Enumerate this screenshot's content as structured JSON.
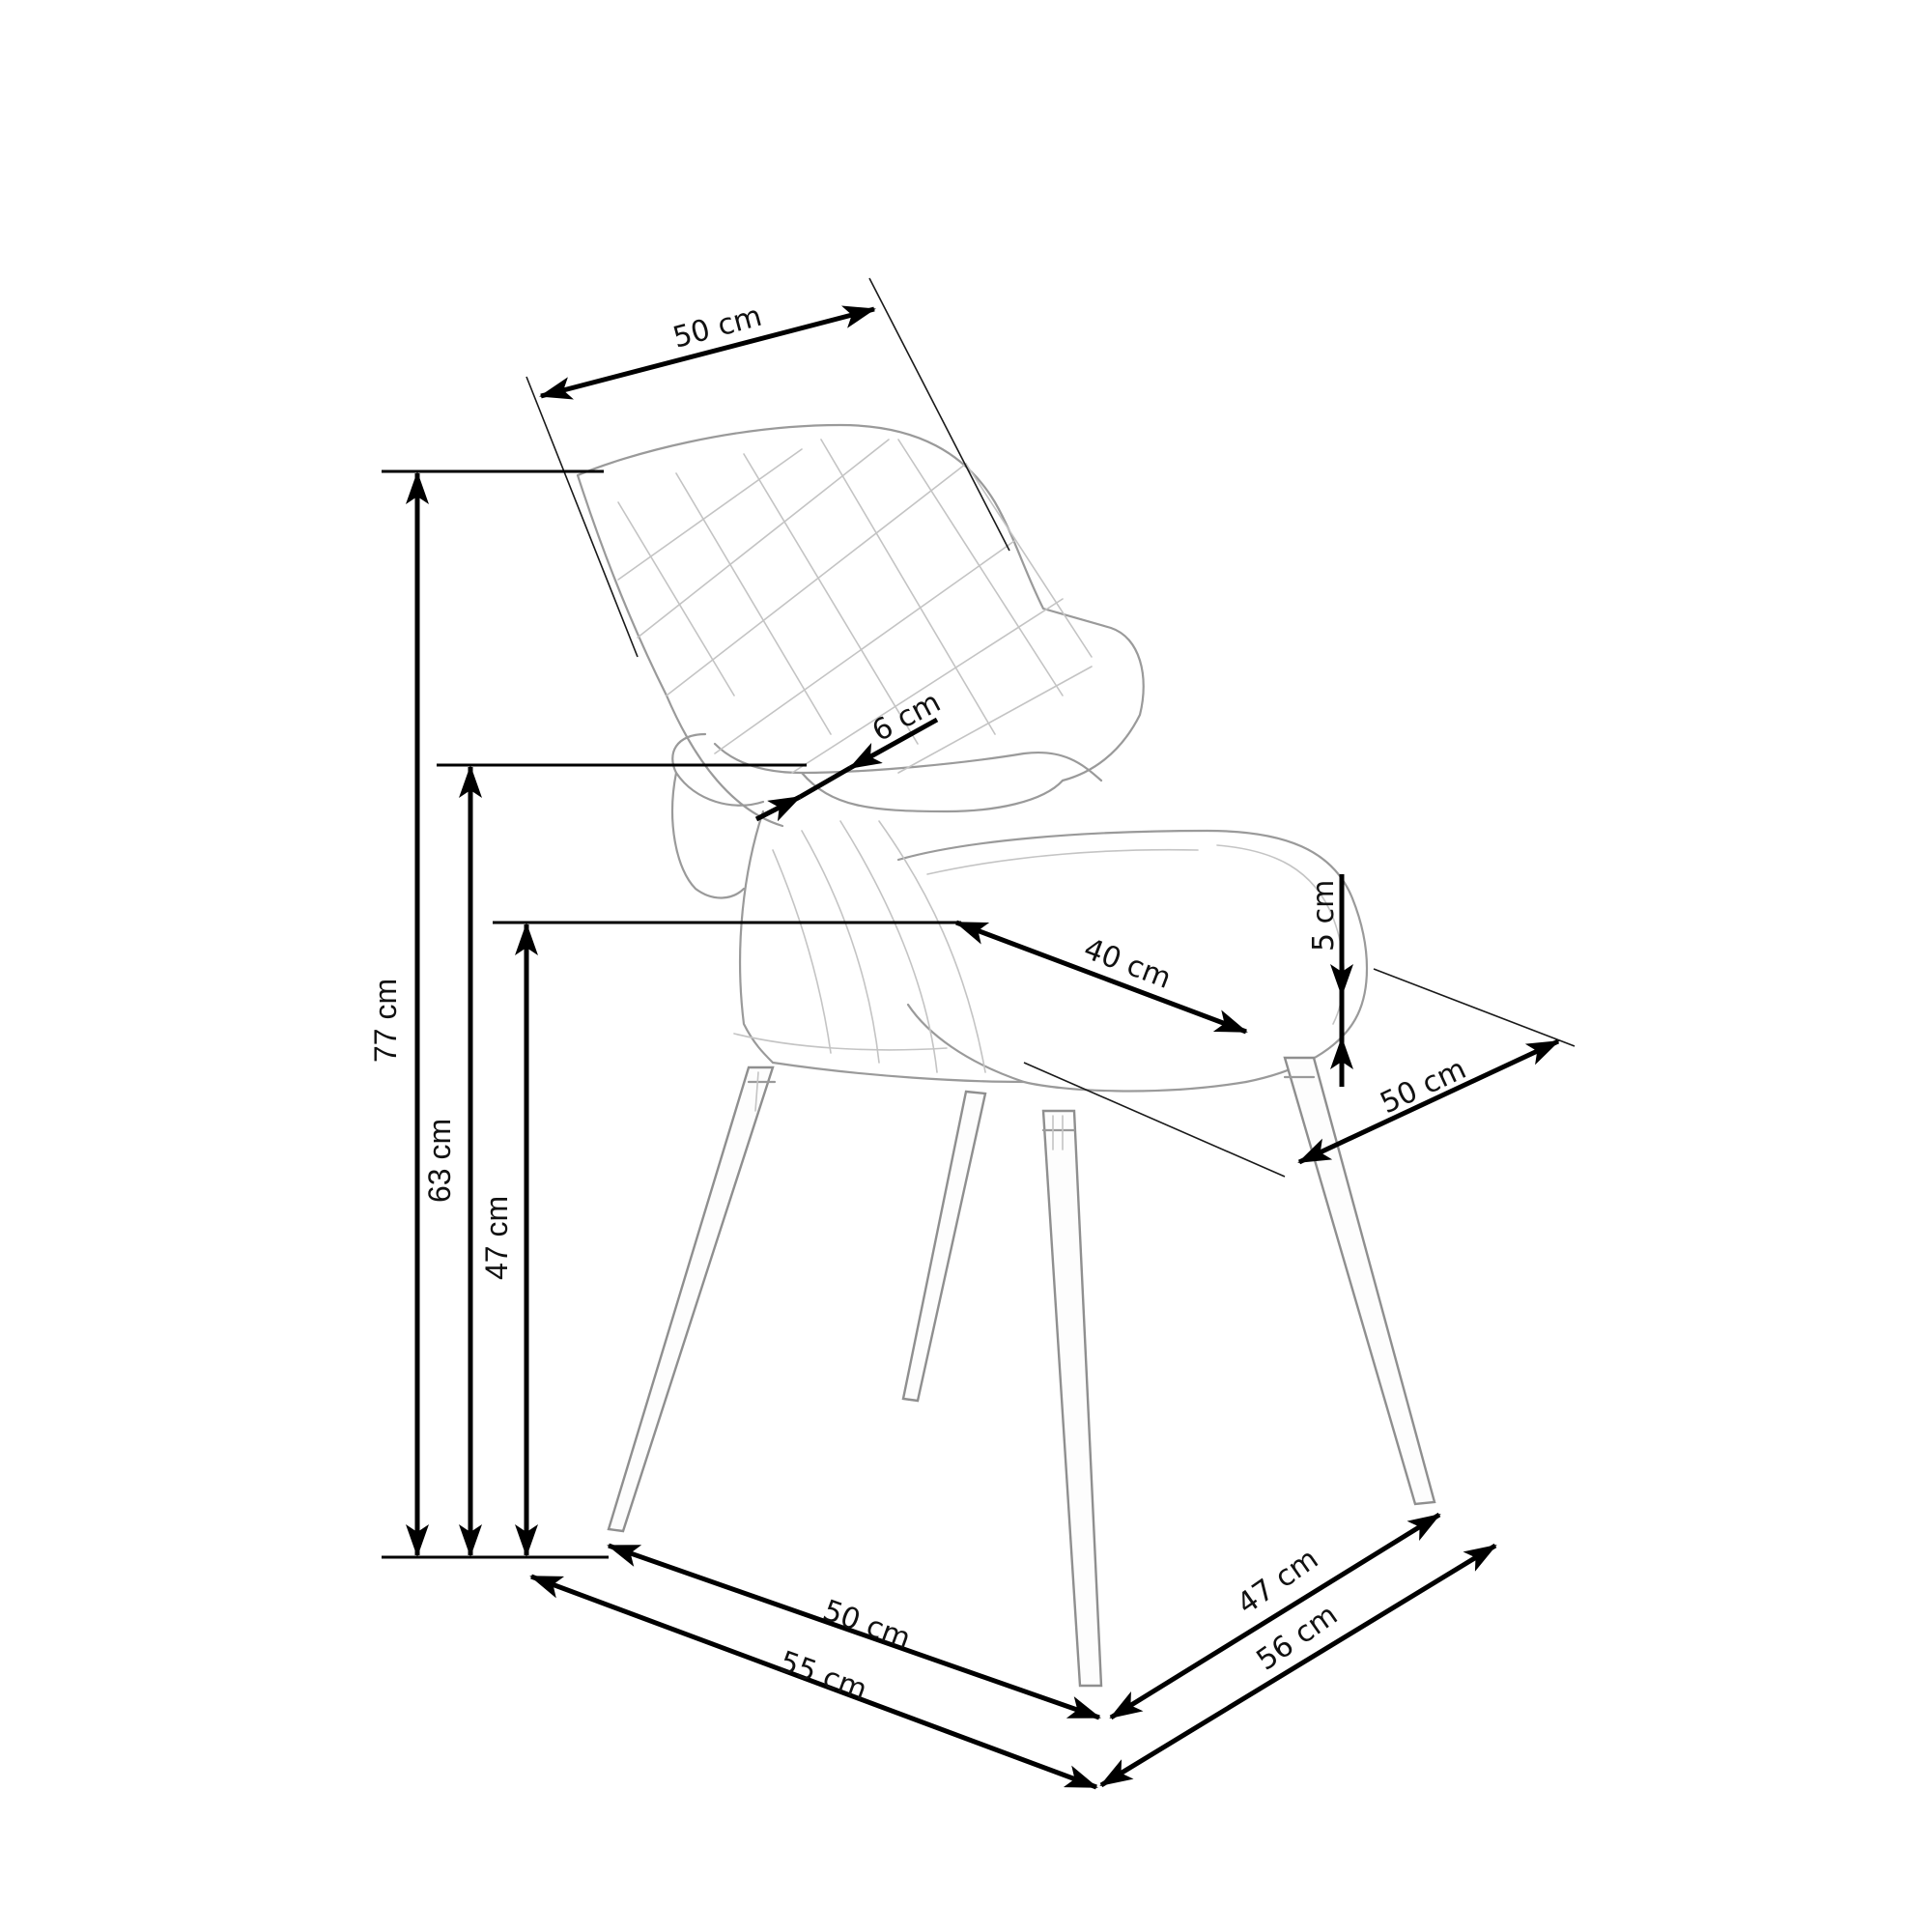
{
  "diagram": {
    "subject": "armchair dimension drawing",
    "background": "#ffffff",
    "line_color": "#000000",
    "sketch_color": "#9a9a9a"
  },
  "dimensions": {
    "backrest_width": "50 cm",
    "armrest_thickness": "6 cm",
    "seat_depth": "40 cm",
    "seat_thickness": "5 cm",
    "seat_width": "50 cm",
    "total_height": "77 cm",
    "armrest_height": "63 cm",
    "seat_height": "47 cm",
    "leg_span_front": "50 cm",
    "overall_width": "55 cm",
    "leg_span_side": "47 cm",
    "overall_depth": "56 cm"
  }
}
